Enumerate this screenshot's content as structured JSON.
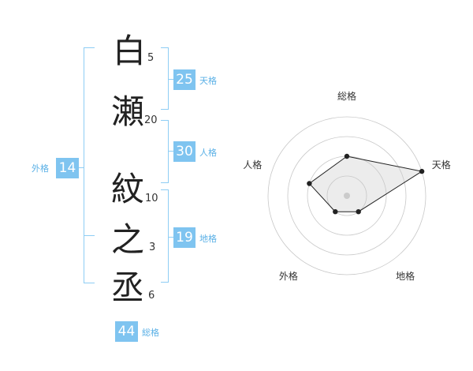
{
  "name": {
    "characters": [
      {
        "char": "白",
        "strokes": "5"
      },
      {
        "char": "瀬",
        "strokes": "20"
      },
      {
        "char": "紋",
        "strokes": "10"
      },
      {
        "char": "之",
        "strokes": "3"
      },
      {
        "char": "丞",
        "strokes": "6"
      }
    ]
  },
  "fortunes": {
    "tenkaku": {
      "value": "25",
      "label": "天格"
    },
    "jinkaku": {
      "value": "30",
      "label": "人格"
    },
    "chikaku": {
      "value": "19",
      "label": "地格"
    },
    "gaikaku": {
      "value": "14",
      "label": "外格"
    },
    "soukaku": {
      "value": "44",
      "label": "総格"
    }
  },
  "colors": {
    "accent": "#7fc4f0",
    "bracket": "#8ecdf4",
    "label": "#5ab0e6"
  },
  "chart_data": {
    "type": "radar",
    "axes": [
      "総格",
      "天格",
      "地格",
      "外格",
      "人格"
    ],
    "values": [
      2,
      4,
      1,
      1,
      2
    ],
    "range": [
      0,
      4
    ],
    "rings": 4
  }
}
